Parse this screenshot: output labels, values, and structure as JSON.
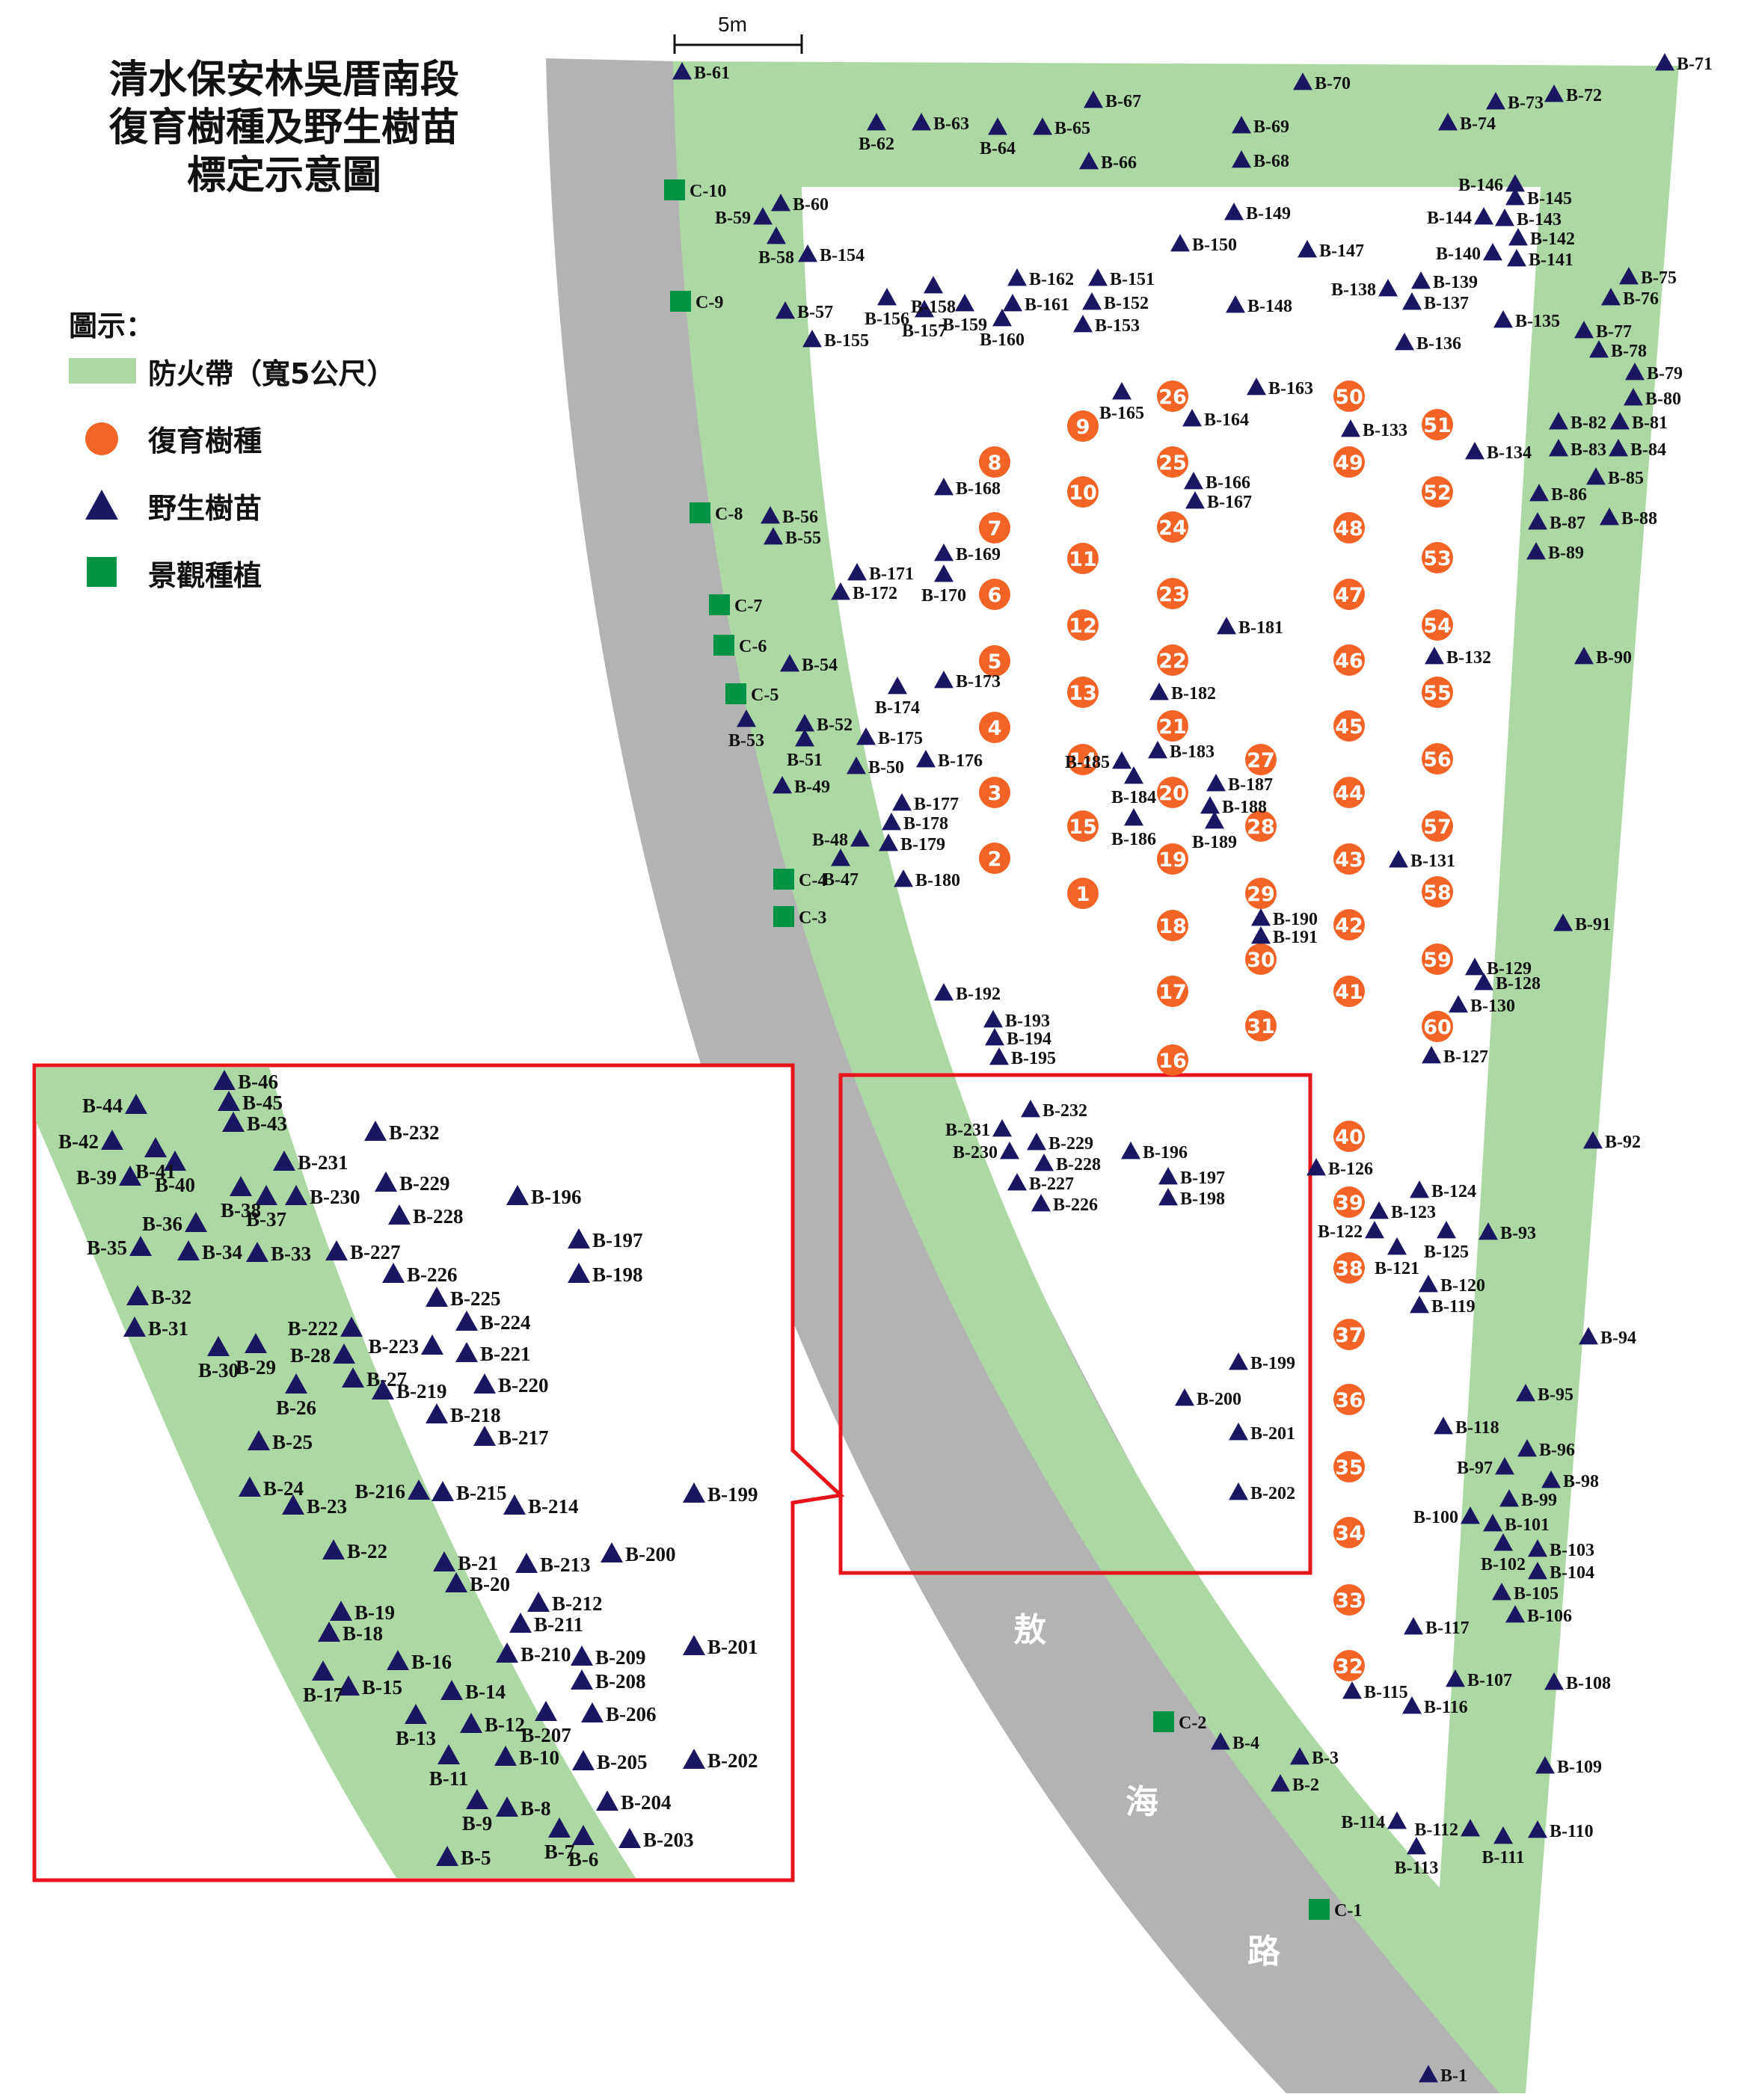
{
  "title": [
    "清水保安林吳厝南段",
    "復育樹種及野生樹苗",
    "標定示意圖"
  ],
  "scale_bar": {
    "label": "5m"
  },
  "legend": {
    "heading": "圖示：",
    "items": [
      {
        "key": "firebreak",
        "label": "防火帶（寬5公尺）",
        "color": "#acd9a3"
      },
      {
        "key": "restoration",
        "label": "復育樹種",
        "color": "#f26325"
      },
      {
        "key": "wild",
        "label": "野生樹苗",
        "color": "#1a1662"
      },
      {
        "key": "landscape",
        "label": "景觀種植",
        "color": "#009245"
      }
    ]
  },
  "road": {
    "label_chars": [
      "敖",
      "海",
      "路"
    ],
    "color": "#b3b3b3"
  },
  "colors": {
    "firebreak": "#acd9a3",
    "road": "#b3b3b3",
    "restoration": "#f26325",
    "wild": "#1a1662",
    "landscape": "#009245",
    "highlight": "#e8141b"
  },
  "landscape_plantings": [
    "C-1",
    "C-2",
    "C-3",
    "C-4",
    "C-5",
    "C-6",
    "C-7",
    "C-8",
    "C-9",
    "C-10"
  ],
  "restoration_trees": [
    "1",
    "2",
    "3",
    "4",
    "5",
    "6",
    "7",
    "8",
    "9",
    "10",
    "11",
    "12",
    "13",
    "14",
    "15",
    "16",
    "17",
    "18",
    "19",
    "20",
    "21",
    "22",
    "23",
    "24",
    "25",
    "26",
    "27",
    "28",
    "29",
    "30",
    "31",
    "32",
    "33",
    "34",
    "35",
    "36",
    "37",
    "38",
    "39",
    "40",
    "41",
    "42",
    "43",
    "44",
    "45",
    "46",
    "47",
    "48",
    "49",
    "50",
    "51",
    "52",
    "53",
    "54",
    "55",
    "56",
    "57",
    "58",
    "59",
    "60"
  ],
  "wild_seedlings_main": [
    "B-1",
    "B-2",
    "B-3",
    "B-4",
    "B-47",
    "B-48",
    "B-49",
    "B-50",
    "B-51",
    "B-52",
    "B-53",
    "B-54",
    "B-55",
    "B-56",
    "B-57",
    "B-58",
    "B-59",
    "B-60",
    "B-61",
    "B-62",
    "B-63",
    "B-64",
    "B-65",
    "B-66",
    "B-67",
    "B-68",
    "B-69",
    "B-70",
    "B-71",
    "B-72",
    "B-73",
    "B-74",
    "B-75",
    "B-76",
    "B-77",
    "B-78",
    "B-79",
    "B-80",
    "B-81",
    "B-82",
    "B-83",
    "B-84",
    "B-85",
    "B-86",
    "B-87",
    "B-88",
    "B-89",
    "B-90",
    "B-91",
    "B-92",
    "B-93",
    "B-94",
    "B-95",
    "B-96",
    "B-97",
    "B-98",
    "B-99",
    "B-100",
    "B-101",
    "B-102",
    "B-103",
    "B-104",
    "B-105",
    "B-106",
    "B-107",
    "B-108",
    "B-109",
    "B-110",
    "B-111",
    "B-112",
    "B-113",
    "B-114",
    "B-115",
    "B-116",
    "B-117",
    "B-118",
    "B-119",
    "B-120",
    "B-121",
    "B-122",
    "B-123",
    "B-124",
    "B-125",
    "B-126",
    "B-127",
    "B-128",
    "B-129",
    "B-130",
    "B-131",
    "B-132",
    "B-133",
    "B-134",
    "B-135",
    "B-136",
    "B-137",
    "B-138",
    "B-139",
    "B-140",
    "B-141",
    "B-142",
    "B-143",
    "B-144",
    "B-145",
    "B-146",
    "B-147",
    "B-148",
    "B-149",
    "B-150",
    "B-151",
    "B-152",
    "B-153",
    "B-154",
    "B-155",
    "B-156",
    "B-157",
    "B-158",
    "B-159",
    "B-160",
    "B-161",
    "B-162",
    "B-163",
    "B-164",
    "B-165",
    "B-166",
    "B-167",
    "B-168",
    "B-169",
    "B-170",
    "B-171",
    "B-172",
    "B-173",
    "B-174",
    "B-175",
    "B-176",
    "B-177",
    "B-178",
    "B-179",
    "B-180",
    "B-181",
    "B-182",
    "B-183",
    "B-184",
    "B-185",
    "B-186",
    "B-187",
    "B-188",
    "B-189",
    "B-190",
    "B-191",
    "B-192",
    "B-193",
    "B-194",
    "B-195",
    "B-196",
    "B-197",
    "B-198",
    "B-199",
    "B-200",
    "B-201",
    "B-202",
    "B-226",
    "B-227",
    "B-228",
    "B-229",
    "B-230",
    "B-231",
    "B-232"
  ],
  "wild_seedlings_inset": [
    "B-5",
    "B-6",
    "B-7",
    "B-8",
    "B-9",
    "B-10",
    "B-11",
    "B-12",
    "B-13",
    "B-14",
    "B-15",
    "B-16",
    "B-17",
    "B-18",
    "B-19",
    "B-20",
    "B-21",
    "B-22",
    "B-23",
    "B-24",
    "B-25",
    "B-26",
    "B-27",
    "B-28",
    "B-29",
    "B-30",
    "B-31",
    "B-32",
    "B-33",
    "B-34",
    "B-35",
    "B-36",
    "B-37",
    "B-38",
    "B-39",
    "B-40",
    "B-41",
    "B-42",
    "B-43",
    "B-44",
    "B-45",
    "B-46",
    "B-196",
    "B-197",
    "B-198",
    "B-199",
    "B-200",
    "B-201",
    "B-202",
    "B-203",
    "B-204",
    "B-205",
    "B-206",
    "B-207",
    "B-208",
    "B-209",
    "B-210",
    "B-211",
    "B-212",
    "B-213",
    "B-214",
    "B-215",
    "B-216",
    "B-217",
    "B-218",
    "B-219",
    "B-220",
    "B-221",
    "B-222",
    "B-223",
    "B-224",
    "B-225",
    "B-226",
    "B-227",
    "B-228",
    "B-229",
    "B-230",
    "B-231",
    "B-232"
  ]
}
